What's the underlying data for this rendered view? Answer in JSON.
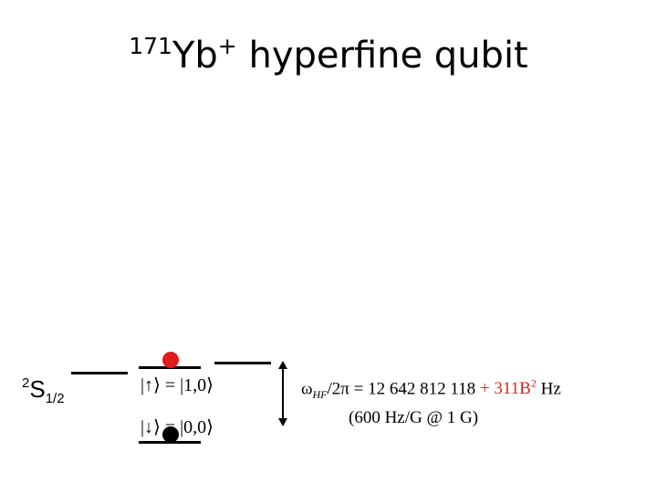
{
  "title": {
    "superscript": "171",
    "element": "Yb",
    "charge": "+",
    "text": "hyperfine qubit"
  },
  "term": {
    "multiplicity": "2",
    "letter": "S",
    "j": "1/2"
  },
  "states": {
    "up": {
      "arrow": "↑",
      "value": "1,0"
    },
    "down": {
      "arrow": "↓",
      "value": "0,0"
    }
  },
  "formula": {
    "omega": "ω",
    "sub": "HF",
    "rest": "/2π = 12 642 812 118",
    "plus": "+ 311B",
    "exp": "2",
    "unit": "Hz"
  },
  "note": "(600 Hz/G @ 1 G)",
  "colors": {
    "up_dot": "#e11b1b",
    "down_dot": "#000000",
    "correction": "#d42a1f"
  },
  "icons": {
    "splitting": "double-arrow-vertical"
  }
}
